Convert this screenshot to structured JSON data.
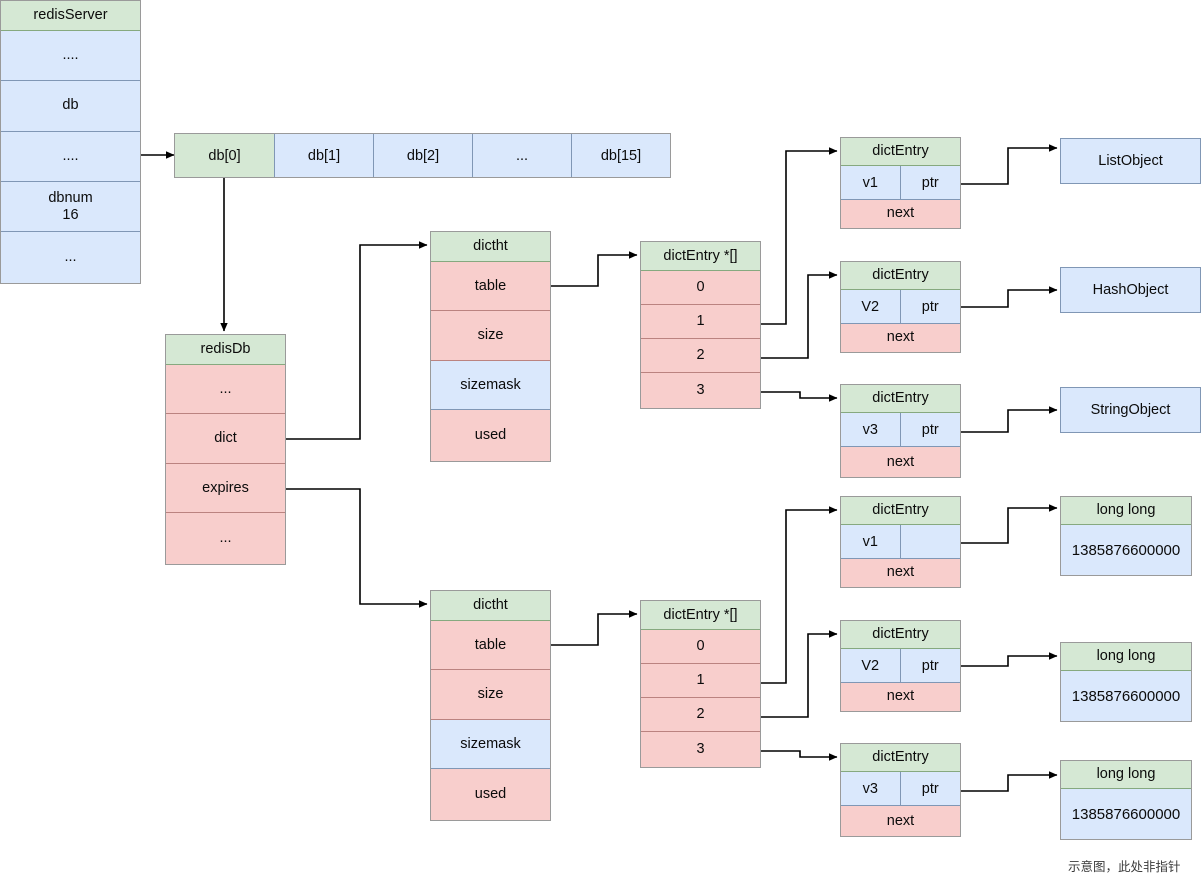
{
  "colors": {
    "green": "#d5e8d4",
    "blue": "#dae8fc",
    "pink": "#f8cecc",
    "stroke": "#000000",
    "background": "#ffffff"
  },
  "redis_server": {
    "title": "redisServer",
    "fields": [
      "....",
      "db",
      "....",
      "dbnum\n16",
      "..."
    ]
  },
  "db_array": {
    "cells": [
      "db[0]",
      "db[1]",
      "db[2]",
      "...",
      "db[15]"
    ]
  },
  "redis_db": {
    "title": "redisDb",
    "fields": [
      "...",
      "dict",
      "expires",
      "..."
    ]
  },
  "dictht_main": {
    "title": "dictht",
    "fields": [
      "table",
      "size",
      "sizemask",
      "used"
    ]
  },
  "dictht_expires": {
    "title": "dictht",
    "fields": [
      "table",
      "size",
      "sizemask",
      "used"
    ]
  },
  "bucket_array_main": {
    "title": "dictEntry *[]",
    "slots": [
      "0",
      "1",
      "2",
      "3"
    ]
  },
  "bucket_array_expires": {
    "title": "dictEntry *[]",
    "slots": [
      "0",
      "1",
      "2",
      "3"
    ]
  },
  "entries_main": [
    {
      "title": "dictEntry",
      "key": "v1",
      "ptr": "ptr",
      "next": "next"
    },
    {
      "title": "dictEntry",
      "key": "V2",
      "ptr": "ptr",
      "next": "next"
    },
    {
      "title": "dictEntry",
      "key": "v3",
      "ptr": "ptr",
      "next": "next"
    }
  ],
  "entries_expires": [
    {
      "title": "dictEntry",
      "key": "v1",
      "ptr": "",
      "next": "next"
    },
    {
      "title": "dictEntry",
      "key": "V2",
      "ptr": "ptr",
      "next": "next"
    },
    {
      "title": "dictEntry",
      "key": "v3",
      "ptr": "ptr",
      "next": "next"
    }
  ],
  "objects_main": [
    {
      "label": "ListObject"
    },
    {
      "label": "HashObject"
    },
    {
      "label": "StringObject"
    }
  ],
  "objects_expires": [
    {
      "title": "long long",
      "value": "1385876600000"
    },
    {
      "title": "long long",
      "value": "1385876600000"
    },
    {
      "title": "long long",
      "value": "1385876600000"
    }
  ],
  "footnote": "示意图，此处非指针"
}
